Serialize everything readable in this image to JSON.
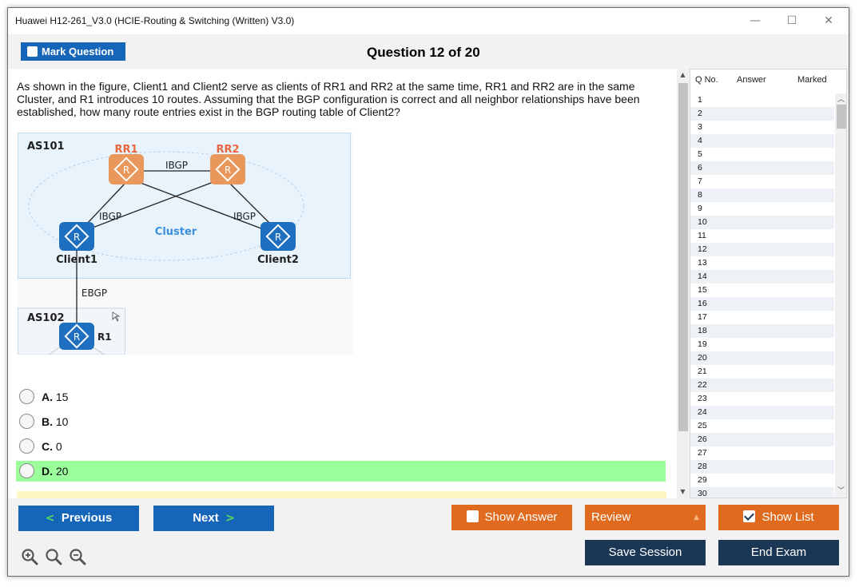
{
  "window": {
    "title": "Huawei H12-261_V3.0 (HCIE-Routing & Switching (Written) V3.0)",
    "minimize": "—",
    "maximize": "☐",
    "close": "✕"
  },
  "toolbar": {
    "mark_label": "Mark Question",
    "question_header": "Question 12 of 20"
  },
  "question": {
    "text": "As shown in the figure, Client1 and Client2 serve as clients of RR1 and RR2 at the same time, RR1 and RR2 are in the same Cluster, and R1 introduces 10 routes. Assuming that the BGP configuration is correct and all neighbor relationships have been established, how many route entries exist in the BGP routing table of Client2?"
  },
  "figure": {
    "as101": "AS101",
    "rr1": "RR1",
    "rr2": "RR2",
    "ibgp_top": "IBGP",
    "ibgp_left": "IBGP",
    "ibgp_right": "IBGP",
    "cluster": "Cluster",
    "client1": "Client1",
    "client2": "Client2",
    "ebgp": "EBGP",
    "as102": "AS102",
    "r1": "R1"
  },
  "options": [
    {
      "letter": "A.",
      "text": "15",
      "correct": false
    },
    {
      "letter": "B.",
      "text": "10",
      "correct": false
    },
    {
      "letter": "C.",
      "text": "0",
      "correct": false
    },
    {
      "letter": "D.",
      "text": "20",
      "correct": true
    }
  ],
  "question_list": {
    "headers": {
      "no": "Q No.",
      "answer": "Answer",
      "marked": "Marked"
    },
    "numbers": [
      "1",
      "2",
      "3",
      "4",
      "5",
      "6",
      "7",
      "8",
      "9",
      "10",
      "11",
      "12",
      "13",
      "14",
      "15",
      "16",
      "17",
      "18",
      "19",
      "20",
      "21",
      "22",
      "23",
      "24",
      "25",
      "26",
      "27",
      "28",
      "29",
      "30"
    ]
  },
  "buttons": {
    "previous": "Previous",
    "next": "Next",
    "show_answer": "Show Answer",
    "review": "Review",
    "show_list": "Show List",
    "save_session": "Save Session",
    "end_exam": "End Exam"
  },
  "colors": {
    "primary_blue": "#1565b8",
    "orange": "#e06b1f",
    "dark_navy": "#1b3756",
    "correct_green": "#9bff9b",
    "router_orange": "#e9975a",
    "router_blue": "#1e6fbf"
  }
}
